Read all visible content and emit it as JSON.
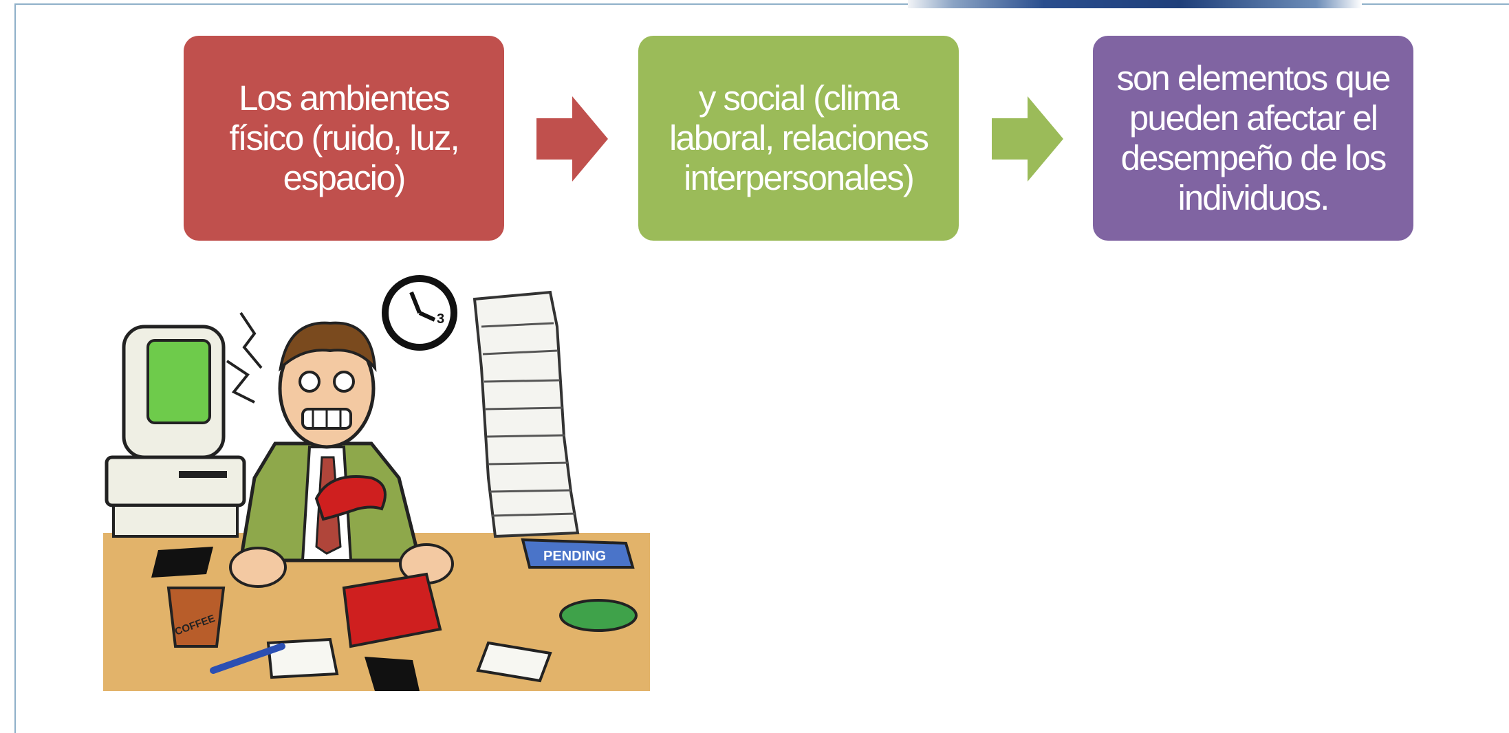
{
  "diagram": {
    "steps": [
      {
        "text": "Los ambientes\nfísico (ruido, luz,\nespacio)",
        "color": "#c0504d"
      },
      {
        "text": "y social (clima\nlaboral, relaciones\ninterpersonales)",
        "color": "#9bbb59"
      },
      {
        "text": "son elementos que\npueden afectar el\ndesempeño de los\nindividuos.",
        "color": "#8064a2"
      }
    ],
    "arrow_colors": [
      "#c0504d",
      "#9bbb59"
    ]
  },
  "illustration": {
    "pending_label": "PENDING",
    "coffee_label": "COFFEE",
    "clock_number": "3"
  }
}
